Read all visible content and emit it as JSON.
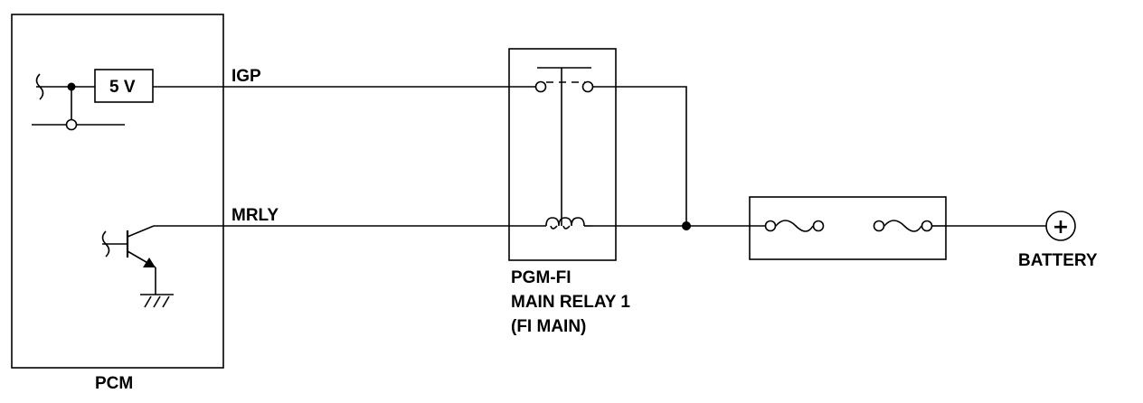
{
  "labels": {
    "pcm": "PCM",
    "supply_voltage": "5 V",
    "igp": "IGP",
    "mrly": "MRLY",
    "relay_line1": "PGM-FI",
    "relay_line2": "MAIN RELAY 1",
    "relay_line3": "(FI MAIN)",
    "battery": "BATTERY",
    "battery_symbol": "+"
  },
  "colors": {
    "ink": "#000000",
    "background": "#ffffff"
  }
}
